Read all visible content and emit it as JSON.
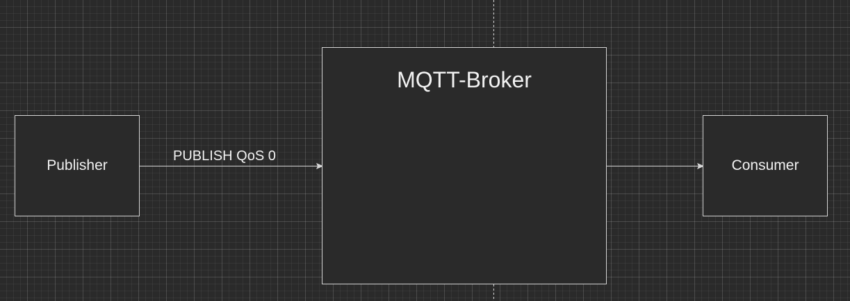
{
  "diagram": {
    "nodes": {
      "publisher": "Publisher",
      "broker": "MQTT-Broker",
      "consumer": "Consumer"
    },
    "edges": [
      {
        "from": "Publisher",
        "to": "MQTT-Broker",
        "label": "PUBLISH QoS 0"
      },
      {
        "from": "MQTT-Broker",
        "to": "Consumer",
        "label": ""
      }
    ]
  },
  "colors": {
    "canvas": "#2a2a2a",
    "stroke": "#d6d6d6",
    "text": "#f2f2f2"
  }
}
